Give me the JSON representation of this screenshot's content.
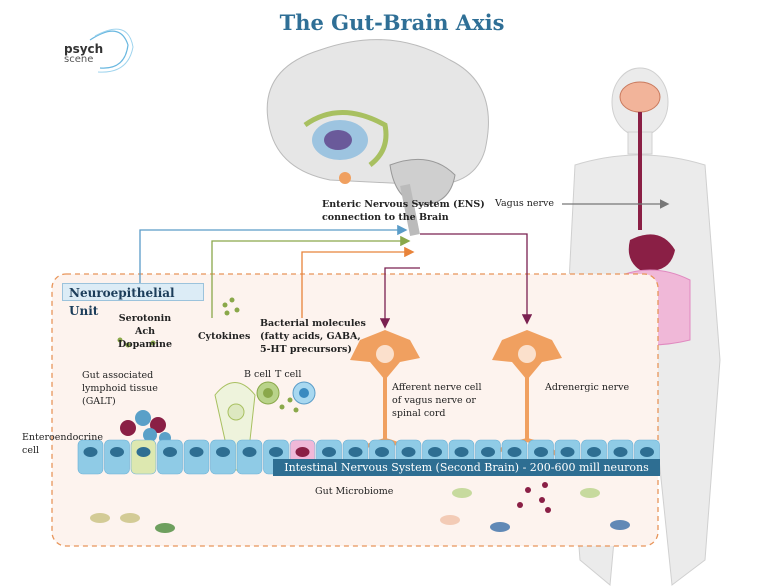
{
  "title": "The Gut-Brain Axis",
  "logo": {
    "line1": "psych",
    "line2": "scene"
  },
  "labels": {
    "ens": "Enteric Nervous System (ENS)\nconnection to the Brain",
    "vagus": "Vagus nerve",
    "neuroepithelial": "Neuroepithelial Unit",
    "serotonin": "Serotonin\nAch\nDopamine",
    "cytokines": "Cytokines",
    "bacterial": "Bacterial molecules\n(fatty acids, GABA,\n5-HT precursors)",
    "galt": "Gut associated\nlymphoid tissue\n(GALT)",
    "bcell": "B cell",
    "tcell": "T cell",
    "afferent": "Afferent nerve cell\nof vagus nerve or\nspinal cord",
    "adrenergic": "Adrenergic nerve",
    "enteroendocrine": "Enteroendocrine\ncell",
    "ins": "Intestinal Nervous System (Second Brain) - 200-600 mill neurons",
    "microbiome": "Gut Microbiome"
  },
  "colors": {
    "title": "#2f6f96",
    "blue_arrow": "#5a9cc8",
    "green_arrow": "#8aa84a",
    "orange_arrow": "#e8833a",
    "purple_arrow": "#7a2050",
    "cell": "#8fcbe6",
    "nucleus": "#2e6e92",
    "neuron": "#f0a060"
  }
}
